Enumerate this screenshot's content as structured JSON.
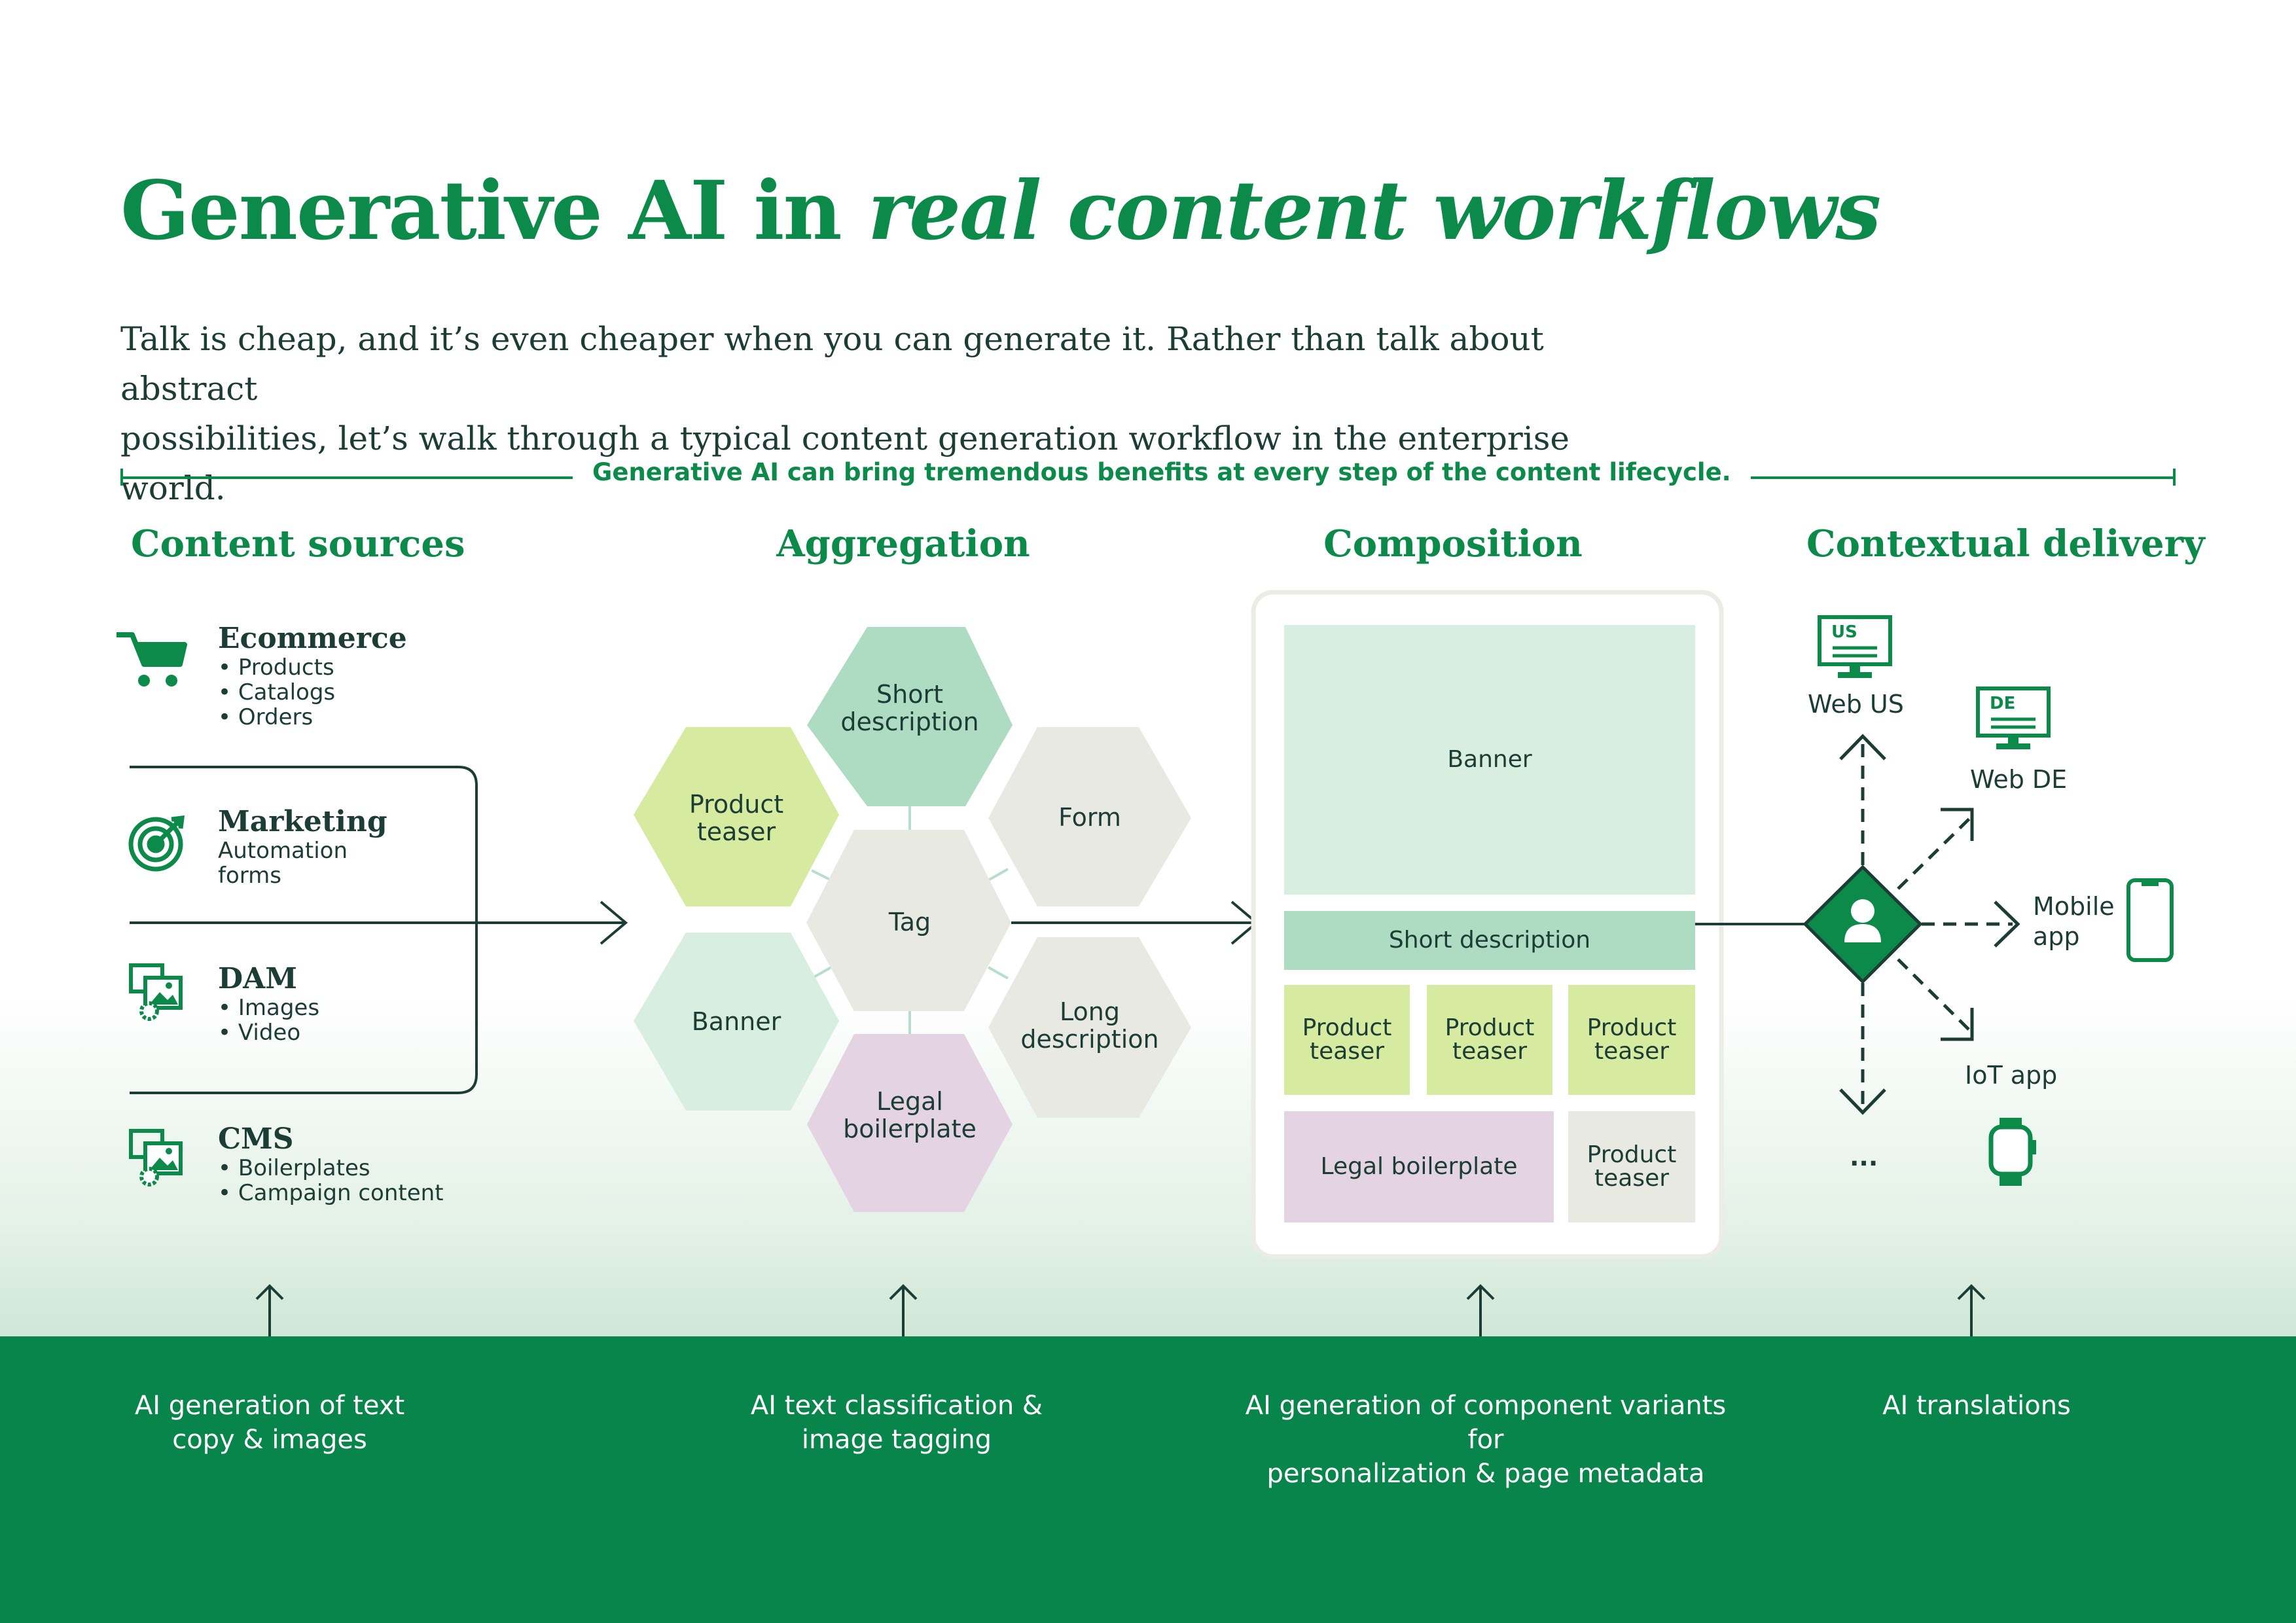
{
  "header": {
    "title_plain": "Generative AI in ",
    "title_italic": "real content workflows",
    "intro_line1": "Talk is cheap, and it’s even cheaper when you can generate it. Rather than talk about abstract",
    "intro_line2": "possibilities, let’s walk through a typical content generation workflow in the enterprise world.",
    "banner": "Generative AI can bring tremendous benefits at every step of the content lifecycle."
  },
  "columns": {
    "sources": "Content sources",
    "aggregation": "Aggregation",
    "composition": "Composition",
    "delivery": "Contextual delivery"
  },
  "sources": [
    {
      "name": "Ecommerce",
      "icon": "shopping-cart-icon",
      "items": [
        "• Products",
        "• Catalogs",
        "• Orders"
      ]
    },
    {
      "name": "Marketing",
      "icon": "target-icon",
      "items": [
        "Automation",
        "forms"
      ]
    },
    {
      "name": "DAM",
      "icon": "image-gallery-gear-icon",
      "items": [
        "• Images",
        "• Video"
      ]
    },
    {
      "name": "CMS",
      "icon": "image-gallery-gear-icon",
      "items": [
        "• Boilerplates",
        "• Campaign content"
      ]
    }
  ],
  "hexes": {
    "short_description": [
      "Short",
      "description"
    ],
    "product_teaser": [
      "Product",
      "teaser"
    ],
    "form": [
      "Form"
    ],
    "tag": [
      "Tag"
    ],
    "banner": [
      "Banner"
    ],
    "long_description": [
      "Long",
      "description"
    ],
    "legal_boilerplate": [
      "Legal",
      "boilerplate"
    ]
  },
  "composition": {
    "banner": "Banner",
    "short_description": "Short description",
    "teaser_line1": "Product",
    "teaser_line2": "teaser",
    "legal_boilerplate": "Legal boilerplate"
  },
  "delivery": {
    "web_us": "Web US",
    "web_us_badge": "US",
    "web_de": "Web DE",
    "web_de_badge": "DE",
    "mobile_line1": "Mobile",
    "mobile_line2": "app",
    "iot": "IoT app",
    "more": "..."
  },
  "footer": {
    "sources": [
      "AI generation of text",
      "copy & images"
    ],
    "aggregation": [
      "AI text classification &",
      "image tagging"
    ],
    "composition": [
      "AI generation of component variants for",
      "personalization & page metadata"
    ],
    "delivery": [
      "AI translations"
    ]
  },
  "colors": {
    "brand_green": "#0b8a4a",
    "dark_text": "#1c3d35",
    "mint": "#aedcc3",
    "pale_mint": "#d7eee0",
    "lime": "#d6eba0",
    "grey": "#e9e9e4",
    "lavender": "#e3d3e3"
  }
}
